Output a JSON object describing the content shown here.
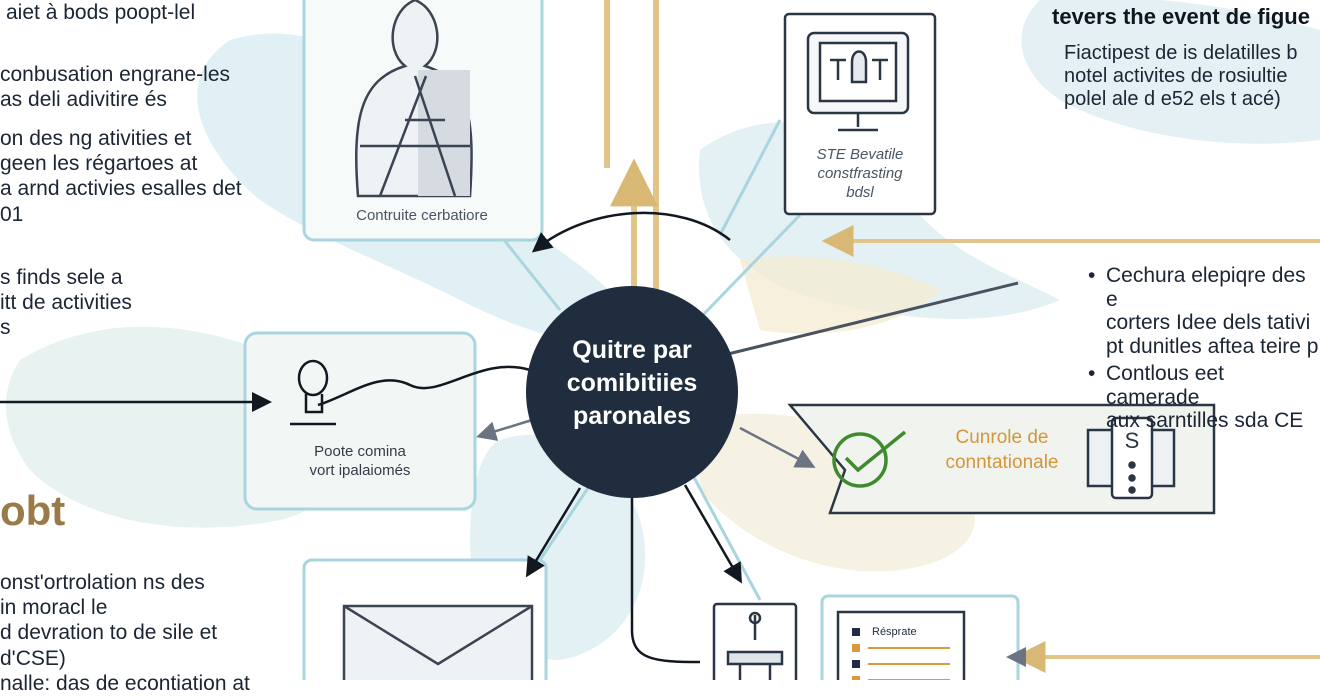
{
  "left_texts": [
    "aiet à bods poopt-lel",
    "conbusation engrane-les\nas deli adivitire és",
    "on des ng ativities et\ngeen les régartoes at\na arnd activies esalles det\n01",
    "s finds sele a\nitt de activities\ns",
    "onst'ortrolation ns des\nin moracl le\nd devration to de sile et\nd'CSE)\nnalle: das de econtiation at"
  ],
  "left_heading": "obt",
  "center_hub": "Quitre par\ncomibitiies\nparonales",
  "boxes": {
    "top_left": "Contruite cerbatiore",
    "top_right": "STE Bevatile\nconstfrasting\nbdsl",
    "middle_left": "Poote comina\nvort ipalaiomés",
    "right_banner": "Cunrole de\nconntationale",
    "bottom_right_doc": "Résprate"
  },
  "right_top": {
    "heading": "tevers the event de figue",
    "body": "Fiactipest de is delatilles b\nnotel activites de rosiultie\npolel ale d e52 els t acé)"
  },
  "right_bullets": [
    "Cechura elepiqre des e\ncorters Idee dels tativi\npt dunitles aftea teire p",
    "Contlous eet camerade\naux sarntilles sda CE"
  ],
  "colors": {
    "hub": "#1f2d3f",
    "box_border": "#a9d5df",
    "box_fill": "#f3f8f7",
    "gold": "#e0c48a",
    "green": "#3f8a2f",
    "orange": "#d99a3a",
    "blob": "#d3e9ef",
    "cream": "#f4ecd5"
  },
  "icons": [
    "person-icon",
    "monitor-icon",
    "lightbulb-icon",
    "checkmark-circle-icon",
    "phone-icon",
    "envelope-icon",
    "scale-icon",
    "document-icon"
  ]
}
